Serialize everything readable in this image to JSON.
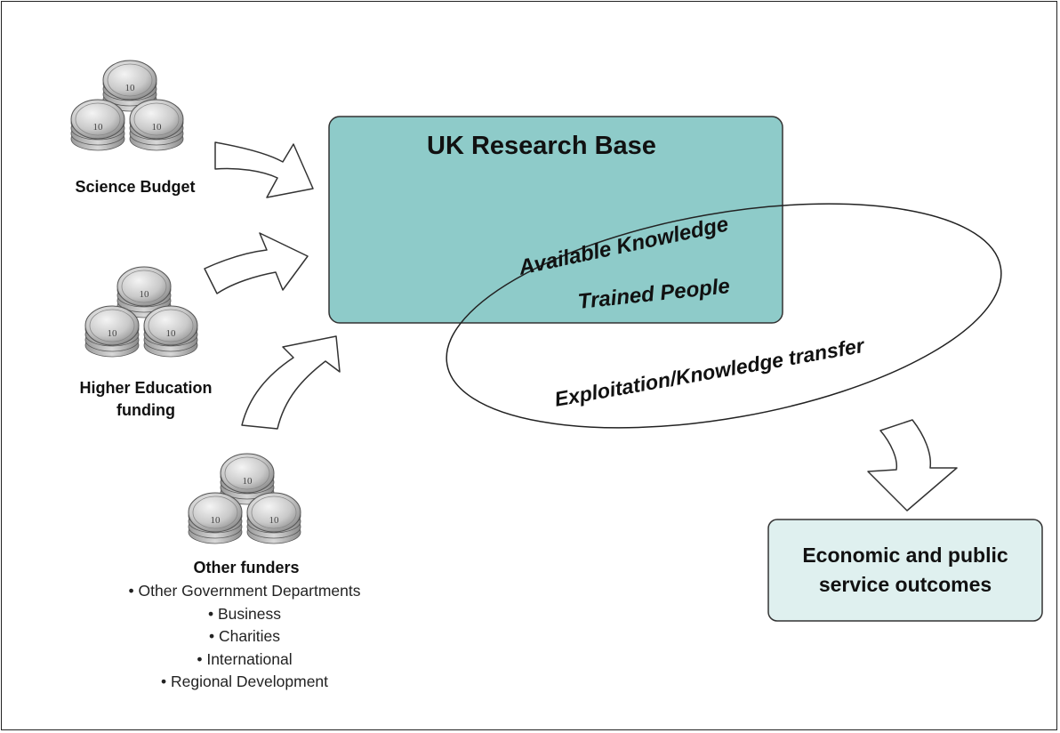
{
  "colors": {
    "research_base_fill": "#8ecbc9",
    "outcome_fill": "#dff0ef",
    "outline": "#333333"
  },
  "funders": {
    "science_budget": "Science Budget",
    "higher_education": "Higher Education funding",
    "other_funders": "Other funders",
    "other_funders_list": [
      "Other Government Departments",
      "Business",
      "Charities",
      "International",
      "Regional Development"
    ],
    "coin_denomination": "10"
  },
  "research_base": {
    "title": "UK Research Base",
    "available_knowledge": "Available Knowledge",
    "trained_people": "Trained People"
  },
  "exploitation": "Exploitation/Knowledge transfer",
  "outcome": "Economic and public service outcomes"
}
